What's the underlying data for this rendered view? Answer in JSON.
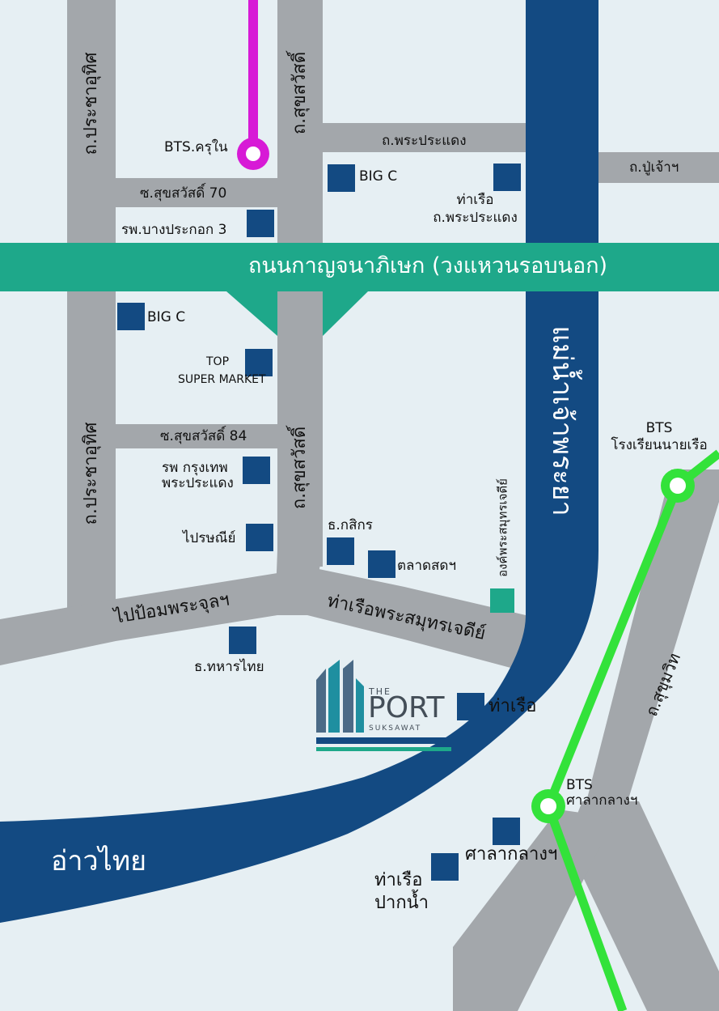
{
  "colors": {
    "background": "#e6eff3",
    "road": "#a3a7ab",
    "river": "#134a82",
    "ring_road": "#1ea88a",
    "bts_gold_line": "#33e23a",
    "bts_purple_line": "#d71ad6",
    "poi_marker": "#134a82"
  },
  "roads": {
    "ring_road": "ถนนกาญจนาภิเษก (วงแหวนรอบนอก)",
    "pracha_uthit_upper": "ถ.ประชาอุทิศ",
    "pracha_uthit_lower": "ถ.ประชาอุทิศ",
    "suksawat_upper": "ถ.สุขสวัสดิ์",
    "suksawat_lower": "ถ.สุขสวัสดิ์",
    "phra_pradaeng": "ถ.พระประแดง",
    "pu_chao": "ถ.ปู่เจ้าฯ",
    "soi_suksawat_70": "ซ.สุขสวัสดิ์ 70",
    "soi_suksawat_84": "ซ.สุขสวัสดิ์ 84",
    "pai_pom": "ไปป้อมพระจุลฯ",
    "tha_ruea_phra_samut": "ท่าเรือพระสมุทรเจดีย์",
    "phra_samut_chedi_small": "องค์พระสมุทรเจดีย์",
    "sukhumvit": "ถ.สุขุมวิท"
  },
  "water": {
    "river": "แม่น้ำเจ้าพระยา",
    "gulf": "อ่าวไทย"
  },
  "stations": {
    "khru_nai": "BTS.ครุใน",
    "royal_naval_line1": "BTS",
    "royal_naval_line2": "โรงเรียนนายเรือ",
    "sala_klang_line1": "BTS",
    "sala_klang_line2": "ศาลากลางฯ"
  },
  "pois": {
    "big_c_north": "BIG C",
    "pier_phra_pradaeng_line1": "ท่าเรือ",
    "pier_phra_pradaeng_line2": "ถ.พระประแดง",
    "hospital_bangprakok": "รพ.บางประกอก 3",
    "big_c_south": "BIG C",
    "top_market_line1": "TOP",
    "top_market_line2": "SUPER MARKET",
    "bangkok_hospital_line1": "รพ กรุงเทพ",
    "bangkok_hospital_line2": "พระประแดง",
    "post_office": "ไปรษณีย์",
    "kasikorn": "ธ.กสิกร",
    "fresh_market": "ตลาดสดฯ",
    "tmb": "ธ.ทหารไทย",
    "pier": "ท่าเรือ",
    "sala_klang": "ศาลากลางฯ",
    "pier_pak_nam_line1": "ท่าเรือ",
    "pier_pak_nam_line2": "ปากน้ำ"
  },
  "logo": {
    "the": "THE",
    "port": "PORT",
    "suksawat": "SUKSAWAT"
  }
}
